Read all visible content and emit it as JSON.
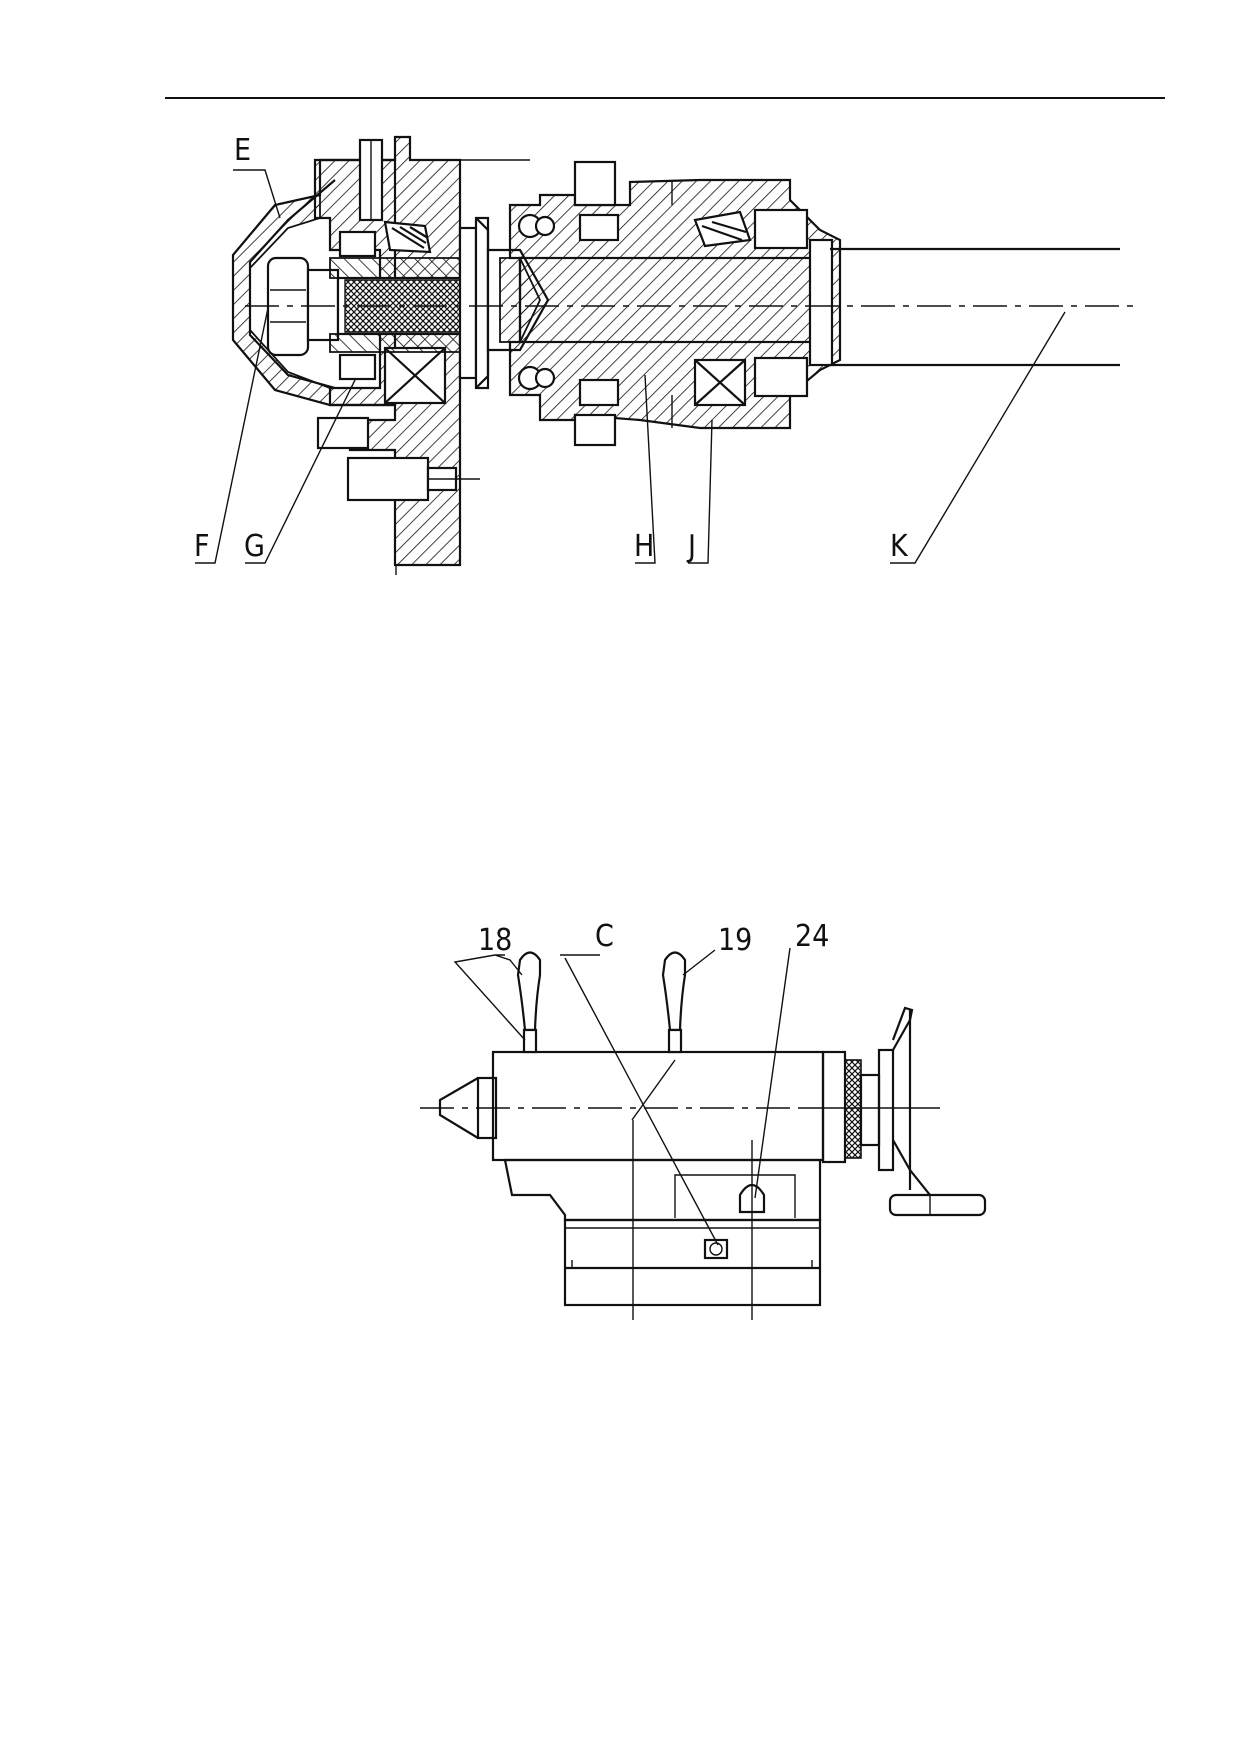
{
  "figure_top": {
    "labels": {
      "E": "E",
      "F": "F",
      "G": "G",
      "H": "H",
      "J": "J",
      "K": "K"
    }
  },
  "figure_bottom": {
    "labels": {
      "n18": "18",
      "C": "C",
      "n19": "19",
      "n24": "24"
    }
  }
}
